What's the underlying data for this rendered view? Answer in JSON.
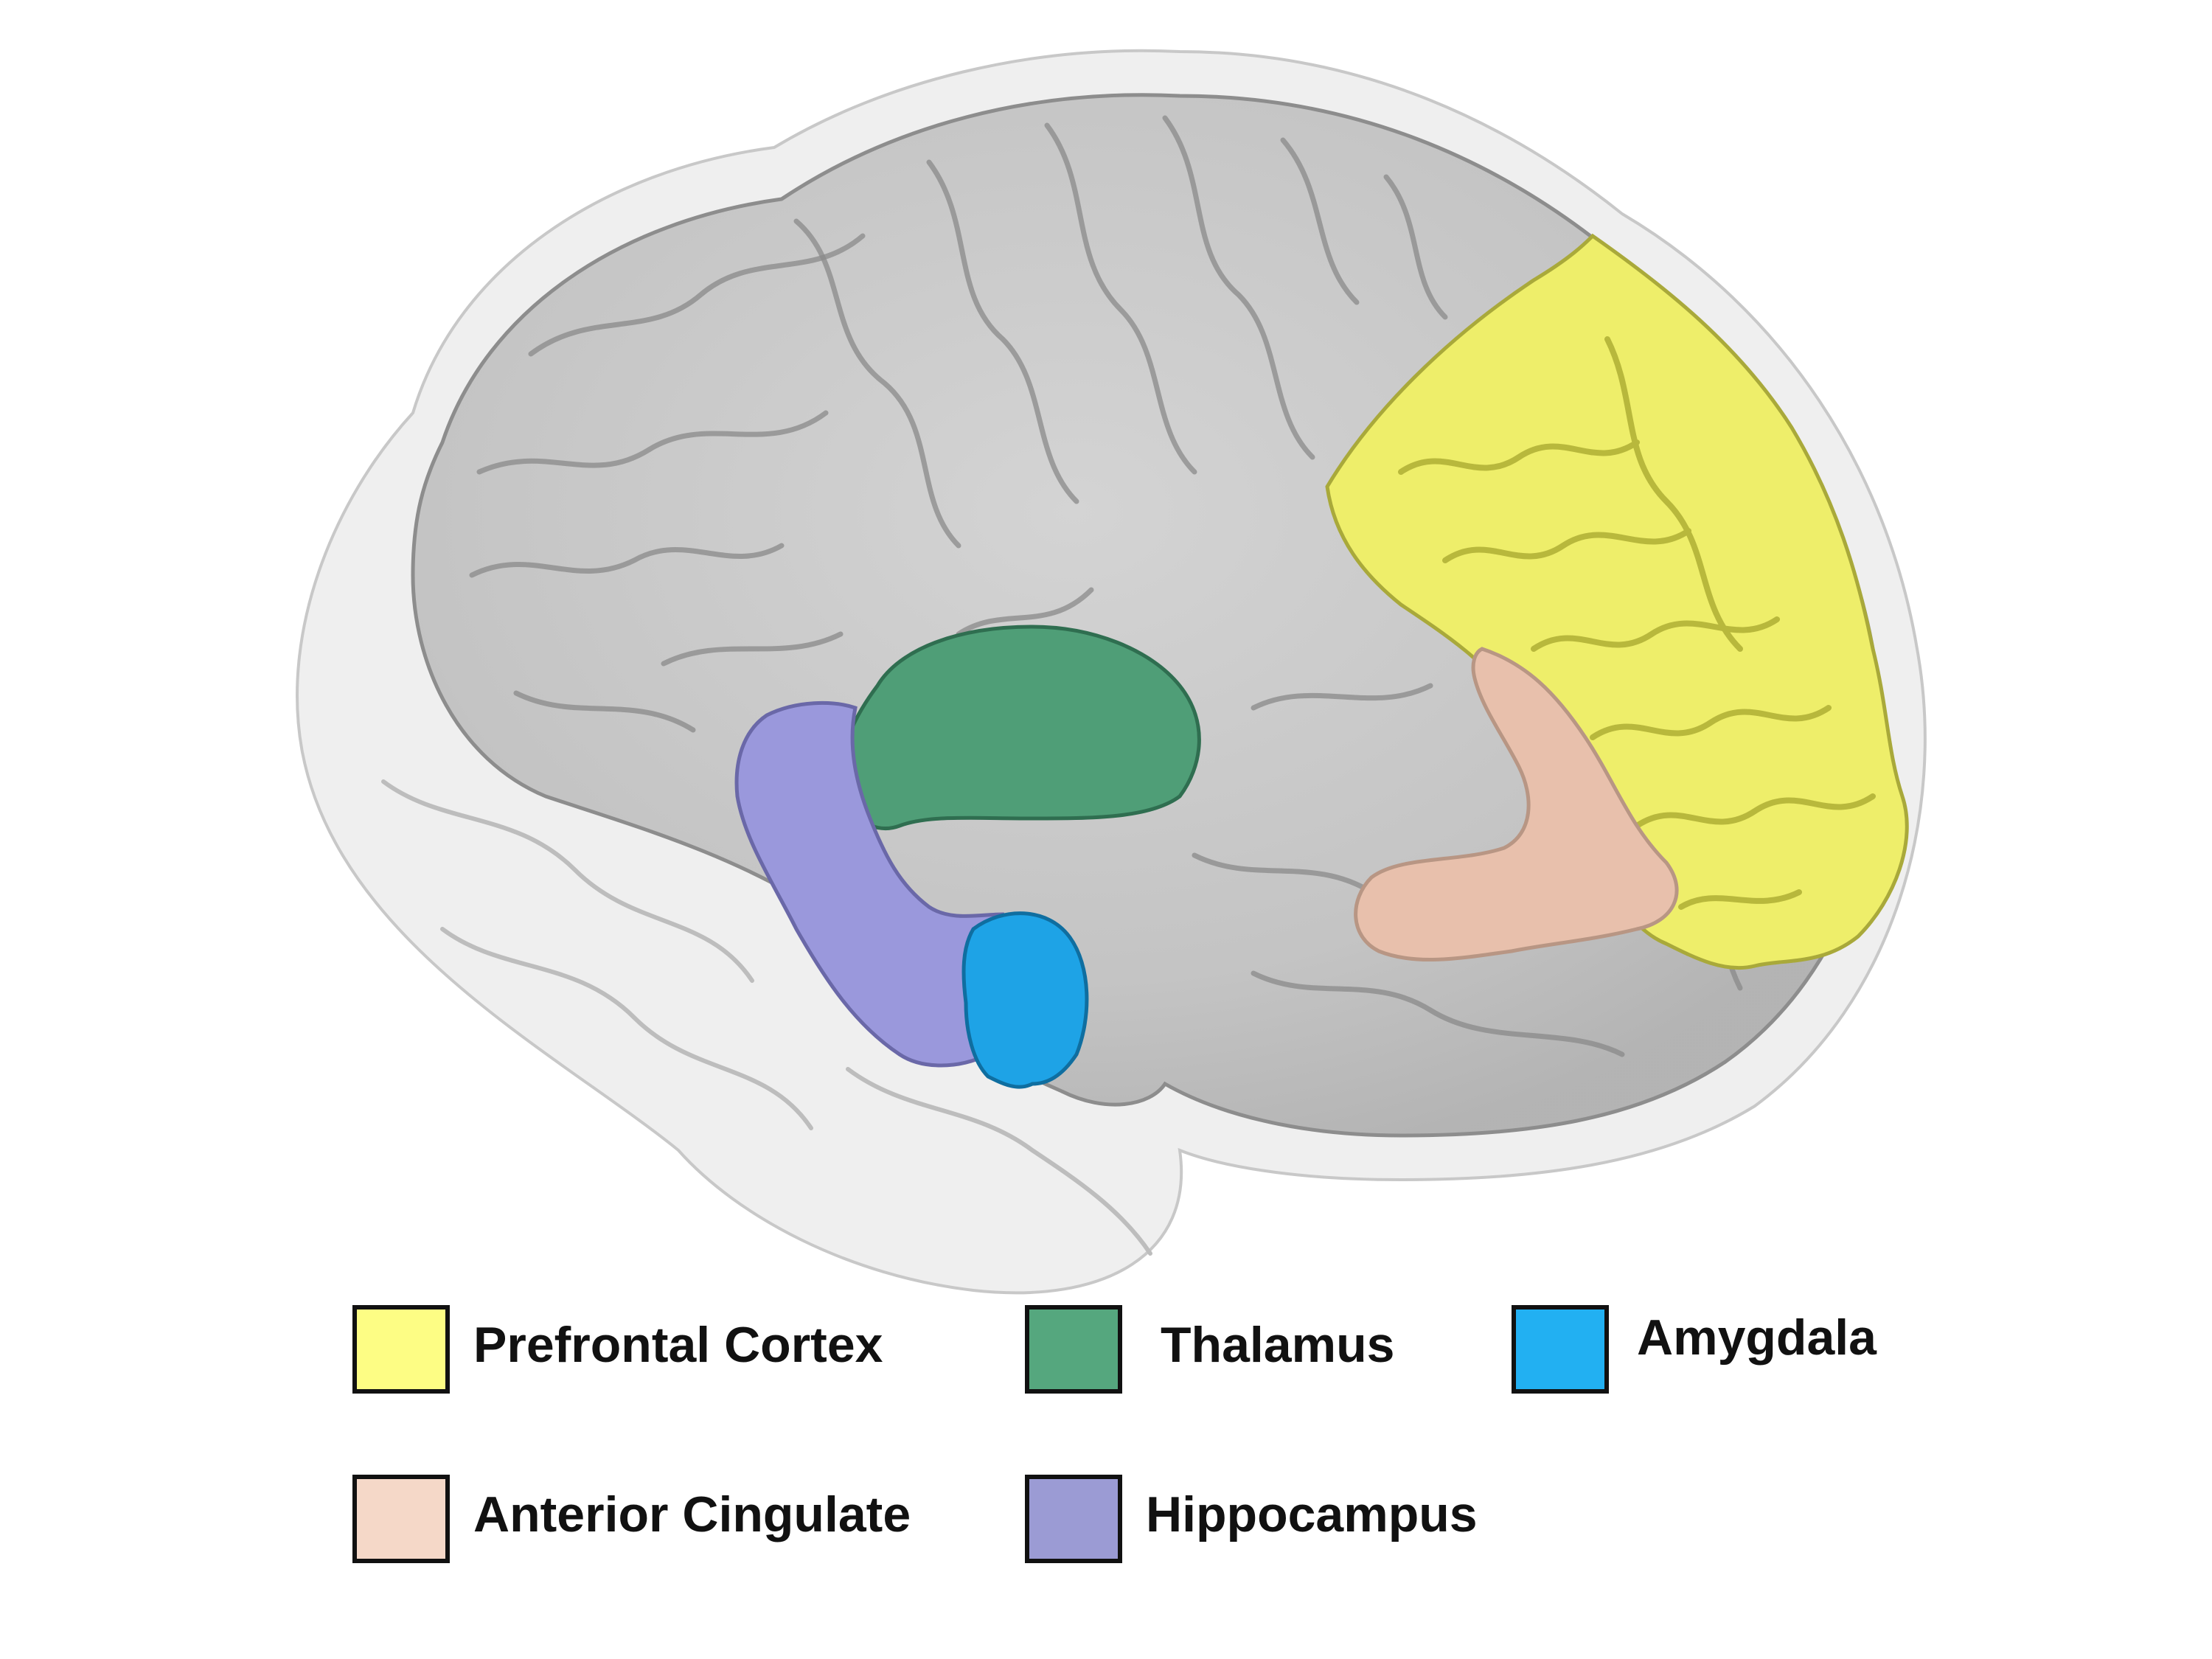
{
  "legend": {
    "items": [
      {
        "key": "prefrontal",
        "label": "Prefrontal Cortex",
        "color": "#fdfd84"
      },
      {
        "key": "thalamus",
        "label": "Thalamus",
        "color": "#55a77e"
      },
      {
        "key": "amygdala",
        "label": "Amygdala",
        "color": "#22b0f2"
      },
      {
        "key": "anterior-cingulate",
        "label": "Anterior Cingulate",
        "color": "#f5d8c8"
      },
      {
        "key": "hippocampus",
        "label": "Hippocampus",
        "color": "#9b9bd4"
      }
    ]
  },
  "regions": {
    "prefrontal": {
      "color": "#eeee6a"
    },
    "thalamus": {
      "color": "#4f9e77"
    },
    "amygdala": {
      "color": "#1ea3e6"
    },
    "anterior-cingulate": {
      "color": "#e8c0ac"
    },
    "hippocampus": {
      "color": "#9a98dc"
    }
  },
  "brain": {
    "color": "#b9b9b9"
  }
}
